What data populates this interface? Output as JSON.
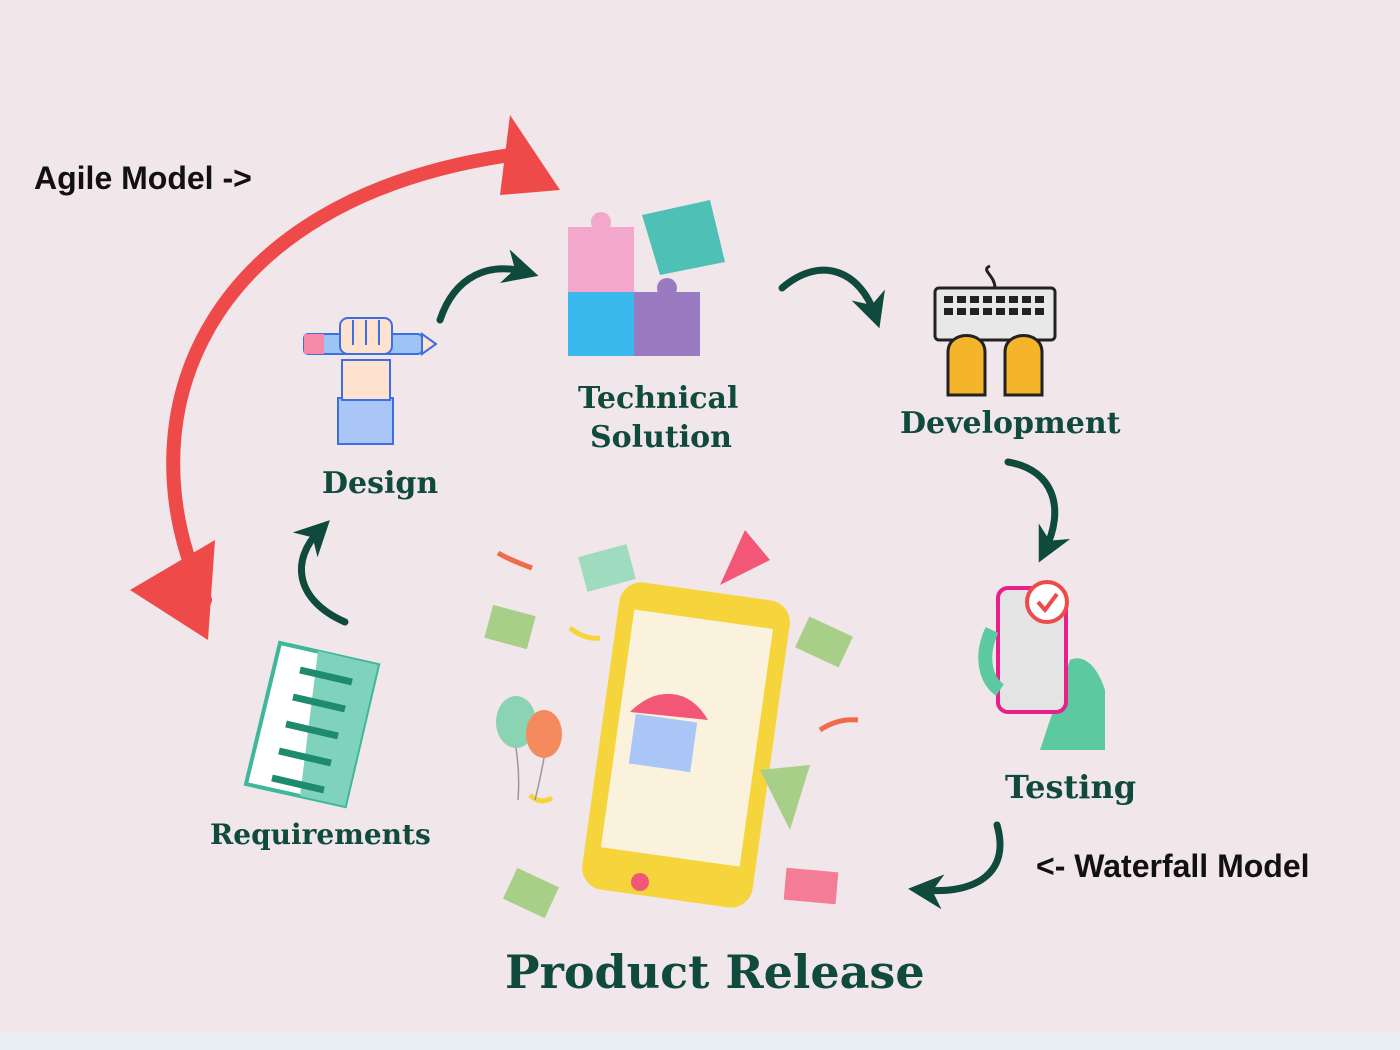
{
  "diagram": {
    "agile_label": "Agile Model ->",
    "waterfall_label": "<-  Waterfall Model",
    "steps": {
      "requirements": "Requirements",
      "design": "Design",
      "technical_line1": "Technical",
      "technical_line2": "Solution",
      "development": "Development",
      "testing": "Testing",
      "release": "Product Release"
    }
  },
  "colors": {
    "background": "#f1e6ea",
    "agile_arrow": "#ef4a4a",
    "flow_arrow": "#0f4a3c",
    "label_text": "#0f4a3c"
  }
}
